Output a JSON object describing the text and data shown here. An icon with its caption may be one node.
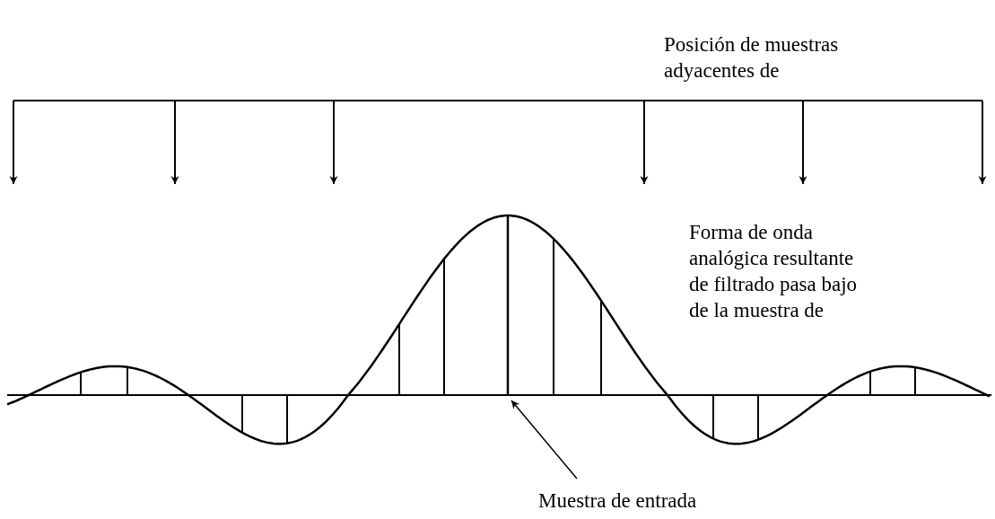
{
  "diagram": {
    "nodes": [
      {
        "text": [
          "Muestra de entrada"
        ]
      },
      {
        "text": [],
        "shape": "bar"
      }
    ],
    "edges": [
      {
        "from": 0,
        "to": 1,
        "arrow": "to"
      }
    ],
    "labels": [
      "Posición de muestras adyacentes de",
      "Forma de onda analógica resultante de filtrado pasa bajo de la muestra de"
    ]
  }
}
